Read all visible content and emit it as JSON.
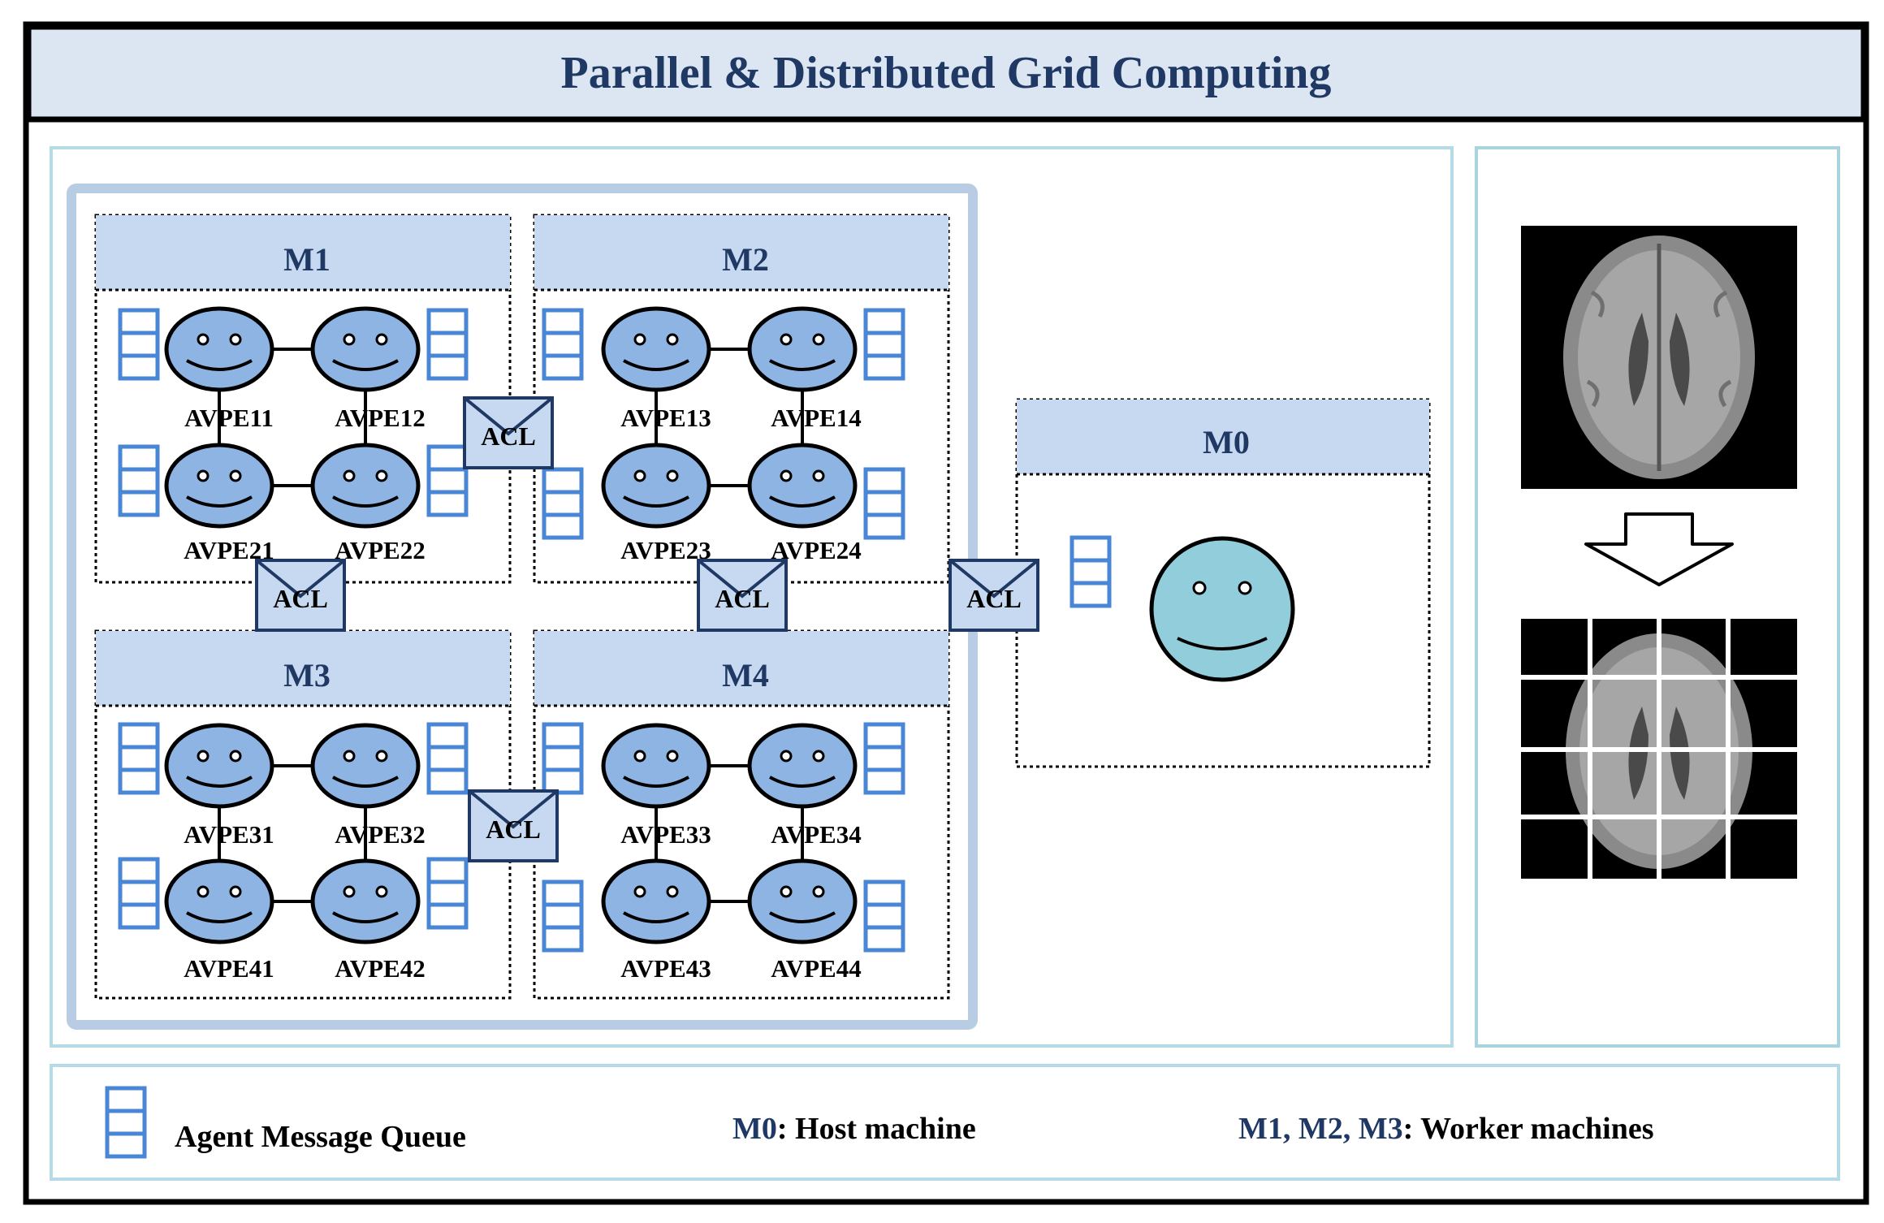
{
  "header": {
    "title": "Parallel & Distributed Grid Computing"
  },
  "machines": [
    {
      "id": "m1",
      "label": "M1",
      "agents": [
        "AVPE11",
        "AVPE12",
        "AVPE21",
        "AVPE22"
      ]
    },
    {
      "id": "m2",
      "label": "M2",
      "agents": [
        "AVPE13",
        "AVPE14",
        "AVPE23",
        "AVPE24"
      ]
    },
    {
      "id": "m3",
      "label": "M3",
      "agents": [
        "AVPE31",
        "AVPE32",
        "AVPE41",
        "AVPE42"
      ]
    },
    {
      "id": "m4",
      "label": "M4",
      "agents": [
        "AVPE33",
        "AVPE34",
        "AVPE43",
        "AVPE44"
      ]
    }
  ],
  "host": {
    "label": "M0"
  },
  "acl_label": "ACL",
  "legend": {
    "queue_label": "Agent Message Queue",
    "host_key": "M0",
    "host_desc": ": Host machine",
    "worker_key": "M1, M2, M3",
    "worker_desc": ": Worker machines"
  },
  "colors": {
    "header_fill": "#dce6f2",
    "machine_header_fill": "#c6d9f1",
    "label_text": "#1f3864",
    "agent_fill": "#8eb4e3",
    "host_agent_fill": "#92cddc",
    "queue_stroke": "#4a86d6",
    "panel_border": "#a9d3df"
  }
}
